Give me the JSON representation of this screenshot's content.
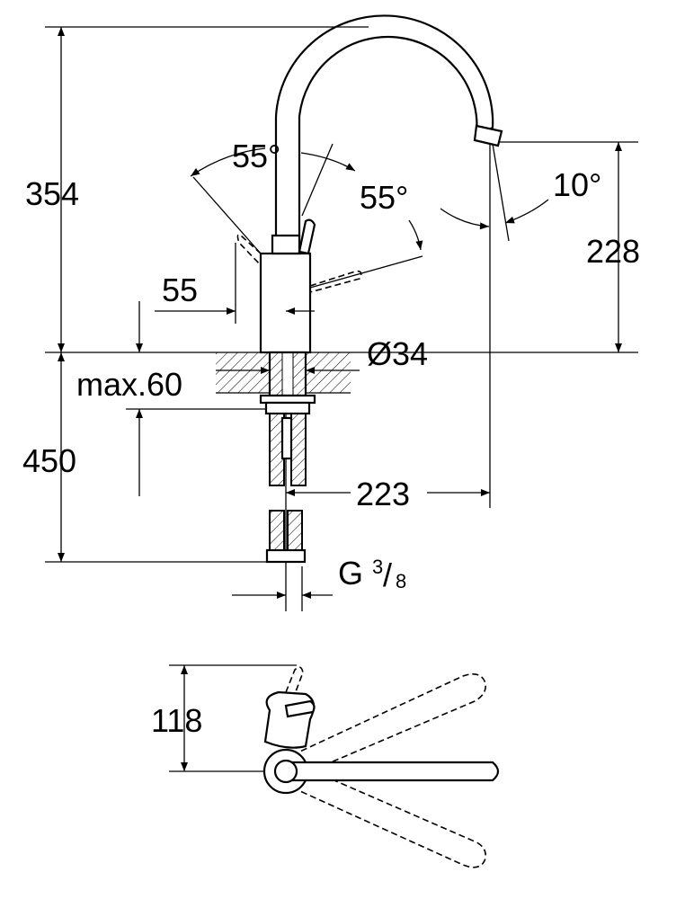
{
  "diagram": {
    "title": "Kitchen faucet dimension drawing",
    "dimensions": {
      "total_height": "354",
      "lever_angle_left": "55°",
      "lever_angle_right": "55°",
      "spout_angle": "10°",
      "spout_outlet_height": "228",
      "lever_offset": "55",
      "body_diameter": "Ø34",
      "max_counter_thickness": "max.60",
      "hose_length": "450",
      "spout_reach": "223",
      "connection_prefix": "G",
      "connection_num": "3",
      "connection_den": "8",
      "top_view_depth": "118"
    }
  }
}
